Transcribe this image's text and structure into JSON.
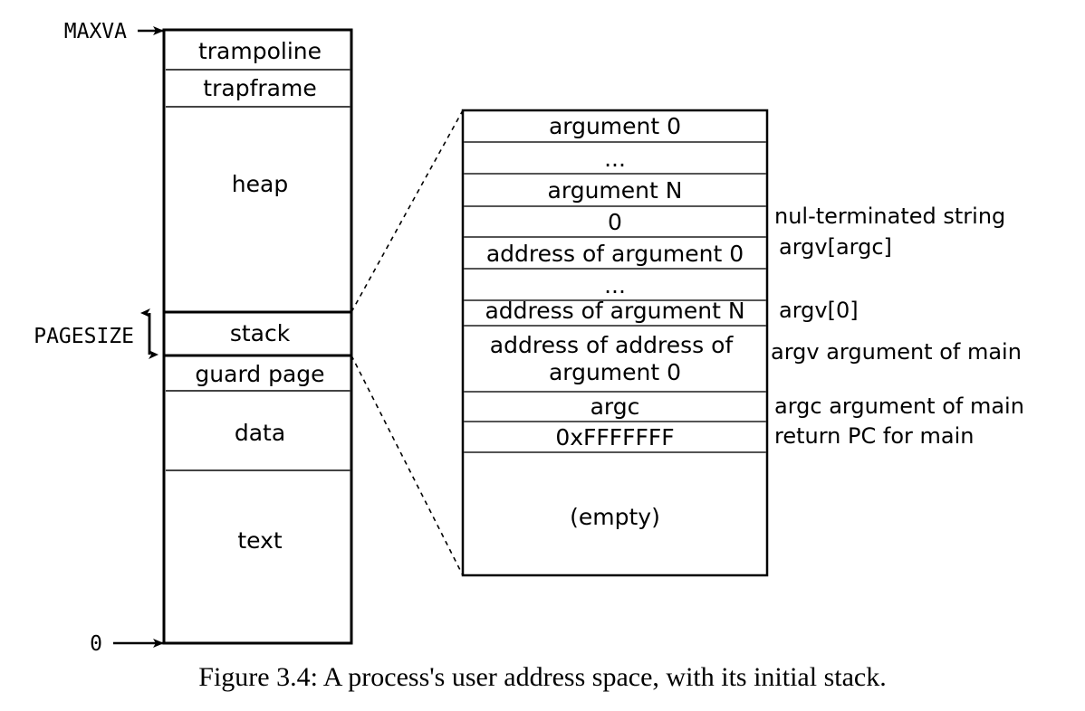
{
  "figure": {
    "caption": "Figure 3.4: A process's user address space, with its initial stack."
  },
  "address_space": {
    "top_label": "MAXVA",
    "bottom_label": "0",
    "pagesize_label": "PAGESIZE",
    "regions": [
      {
        "name": "trampoline"
      },
      {
        "name": "trapframe"
      },
      {
        "name": "heap"
      },
      {
        "name": "stack"
      },
      {
        "name": "guard page"
      },
      {
        "name": "data"
      },
      {
        "name": "text"
      }
    ]
  },
  "stack_detail": {
    "slots": [
      {
        "value": "argument 0",
        "note": ""
      },
      {
        "value": "...",
        "note": ""
      },
      {
        "value": "argument N",
        "note": ""
      },
      {
        "value": "0",
        "note": "nul-terminated string"
      },
      {
        "value": "address of argument 0",
        "note": "argv[argc]"
      },
      {
        "value": "...",
        "note": ""
      },
      {
        "value": "address of argument N",
        "note": "argv[0]"
      },
      {
        "value": "address of address of argument 0",
        "note": "argv argument of main"
      },
      {
        "value": "argc",
        "note": "argc argument of main"
      },
      {
        "value": "0xFFFFFFF",
        "note": "return PC for main"
      },
      {
        "value": "(empty)",
        "note": ""
      }
    ]
  },
  "colors": {
    "ink": "#000000",
    "background": "#ffffff",
    "rule": "#555555"
  }
}
